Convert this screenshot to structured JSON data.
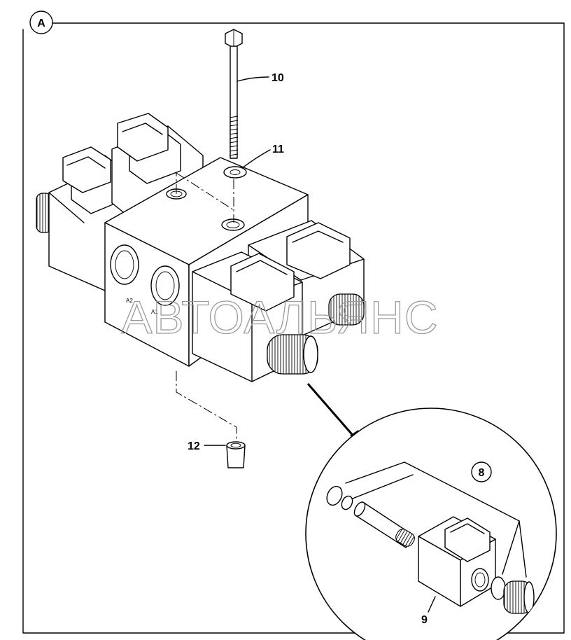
{
  "view_label": "A",
  "watermark": "АВТОАЛЬЯНС",
  "callouts": {
    "bolt": "10",
    "washer": "11",
    "bushing": "12",
    "seals": "8",
    "coil": "9"
  },
  "port_labels": {
    "a2": "A2",
    "a1": "A1"
  }
}
